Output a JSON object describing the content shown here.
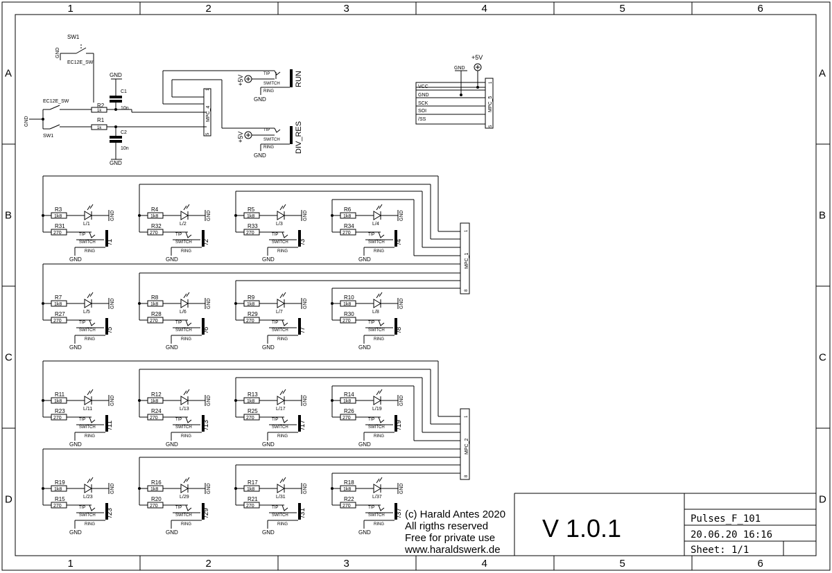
{
  "frame": {
    "columns": [
      "1",
      "2",
      "3",
      "4",
      "5",
      "6"
    ],
    "rows": [
      "A",
      "B",
      "C",
      "D"
    ]
  },
  "top": {
    "sw_top": {
      "name": "SW1",
      "part": "EC12E_SW"
    },
    "sw_bottom": {
      "name": "SW1",
      "part": "EC12E_SW"
    },
    "gnd": "GND",
    "r2": {
      "name": "R2",
      "value": "1k"
    },
    "r1": {
      "name": "R1",
      "value": "1k"
    },
    "c1": {
      "name": "C1",
      "value": "10n"
    },
    "c2": {
      "name": "C2",
      "value": "10n"
    },
    "mpc4": {
      "name": "MPC_4",
      "pin1": "1",
      "pin5": "5"
    },
    "plus5v": "+5V",
    "jack_tip": "TIP",
    "jack_switch": "SWITCH",
    "jack_ring": "RING",
    "run": "RUN",
    "div_res": "DIV_RES"
  },
  "mpc5": {
    "name": "MPC_5",
    "pin1": "1",
    "pin5": "5",
    "gnd": "GND",
    "plus5v": "+5V",
    "signals": [
      "VCC",
      "GND",
      "SCK",
      "SOI",
      "/SS"
    ]
  },
  "channels": [
    {
      "r_top": "R3",
      "r_bot": "R31",
      "led": "L/1",
      "out": "/1"
    },
    {
      "r_top": "R4",
      "r_bot": "R32",
      "led": "L/2",
      "out": "/2"
    },
    {
      "r_top": "R5",
      "r_bot": "R33",
      "led": "L/3",
      "out": "/3"
    },
    {
      "r_top": "R6",
      "r_bot": "R34",
      "led": "L/4",
      "out": "/4"
    },
    {
      "r_top": "R7",
      "r_bot": "R27",
      "led": "L/5",
      "out": "/5"
    },
    {
      "r_top": "R8",
      "r_bot": "R28",
      "led": "L/6",
      "out": "/6"
    },
    {
      "r_top": "R9",
      "r_bot": "R29",
      "led": "L/7",
      "out": "/7"
    },
    {
      "r_top": "R10",
      "r_bot": "R30",
      "led": "L/8",
      "out": "/8"
    },
    {
      "r_top": "R11",
      "r_bot": "R23",
      "led": "L/11",
      "out": "/11"
    },
    {
      "r_top": "R12",
      "r_bot": "R24",
      "led": "L/13",
      "out": "/13"
    },
    {
      "r_top": "R13",
      "r_bot": "R25",
      "led": "L/17",
      "out": "/17"
    },
    {
      "r_top": "R14",
      "r_bot": "R26",
      "led": "L/19",
      "out": "/19"
    },
    {
      "r_top": "R19",
      "r_bot": "R15",
      "led": "L/23",
      "out": "/23"
    },
    {
      "r_top": "R16",
      "r_bot": "R20",
      "led": "L/29",
      "out": "/29"
    },
    {
      "r_top": "R17",
      "r_bot": "R21",
      "led": "L/31",
      "out": "/31"
    },
    {
      "r_top": "R18",
      "r_bot": "R22",
      "led": "L/37",
      "out": "/37"
    }
  ],
  "channel_values": {
    "r_top": "1k8",
    "r_bot": "270",
    "gnd": "GND",
    "tip": "TIP",
    "switch": "SWITCH",
    "ring": "RING"
  },
  "connectors": [
    {
      "name": "MPC_1",
      "pin1": "1",
      "pin8": "8"
    },
    {
      "name": "MPC_2",
      "pin1": "1",
      "pin8": "8"
    }
  ],
  "title_block": {
    "copyright": [
      "(c) Harald Antes 2020",
      "All rigths reserved",
      "Free for private use",
      "www.haraldswerk.de"
    ],
    "version": "V 1.0.1",
    "project": "Pulses_F_101",
    "date": "20.06.20 16:16",
    "sheet": "Sheet: 1/1"
  }
}
